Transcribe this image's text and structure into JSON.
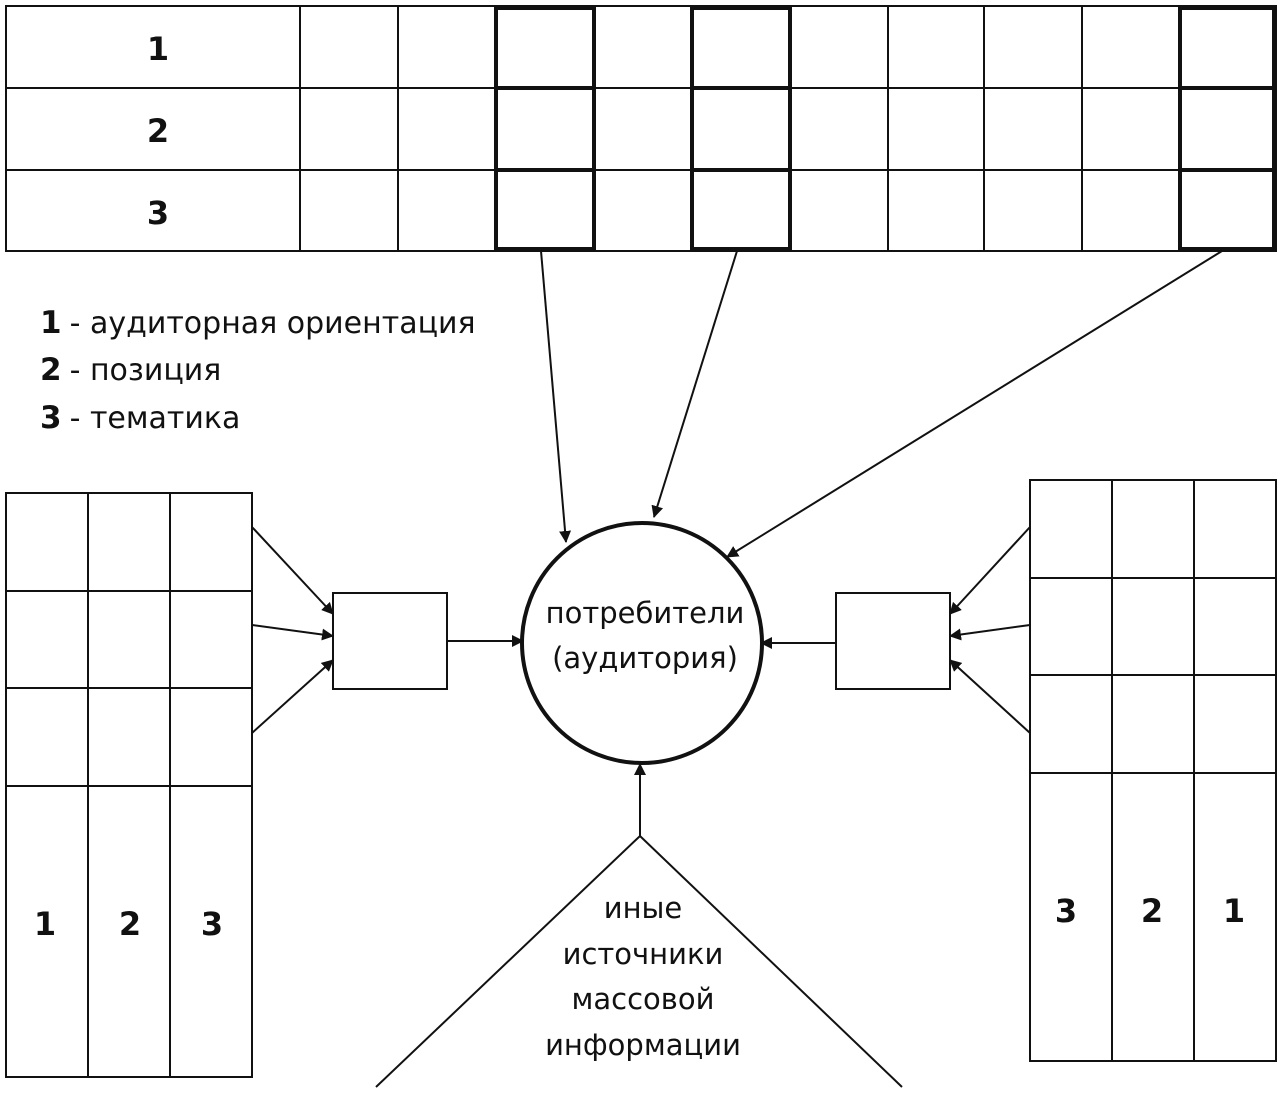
{
  "top_table": {
    "rows": [
      "1",
      "2",
      "3"
    ]
  },
  "legend": [
    {
      "key": "1",
      "text": "- аудиторная ориентация"
    },
    {
      "key": "2",
      "text": "- позиция"
    },
    {
      "key": "3",
      "text": "- тематика"
    }
  ],
  "center_node": {
    "line1": "потребители",
    "line2": "(аудитория)"
  },
  "left_table": {
    "cols": [
      "1",
      "2",
      "3"
    ]
  },
  "right_table": {
    "cols": [
      "3",
      "2",
      "1"
    ]
  },
  "bottom_triangle": {
    "lines": [
      "иные",
      "источники",
      "массовой",
      "информации"
    ]
  }
}
